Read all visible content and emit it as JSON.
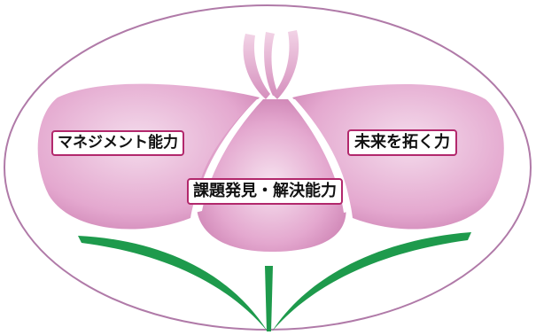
{
  "labels": {
    "management": "マネジメント能力",
    "future": "未来を拓く力",
    "problem_solving": "課題発見・解決能力"
  },
  "colors": {
    "oval_stroke": "#b07aa8",
    "petal": "#e4a8cf",
    "petal_light": "#f4dcec",
    "petal_dark": "#cd82b3",
    "label_border": "#b2286c",
    "stem": "#1e9a4c"
  }
}
